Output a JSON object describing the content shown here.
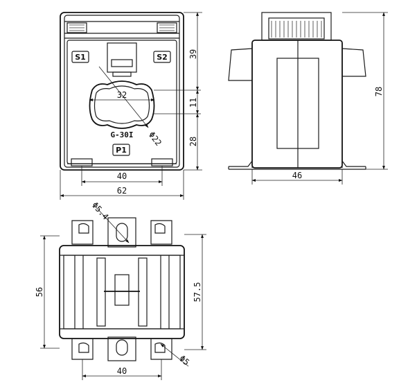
{
  "labels": {
    "terminal_s1": "S1",
    "terminal_s2": "S2",
    "primary_p1": "P1",
    "model": "G-30I"
  },
  "dimensions": {
    "front_upper": "39",
    "front_window_h": "11",
    "front_lower": "28",
    "front_window_w": "32",
    "front_bore_dia": "Φ22",
    "front_foot_span": "40",
    "front_width": "62",
    "side_height": "78",
    "side_width": "46",
    "top_hole_dia": "Φ5.4",
    "top_outer_h": "56",
    "top_inner_h": "57.5",
    "top_slot": "Φ5",
    "top_span": "40"
  }
}
